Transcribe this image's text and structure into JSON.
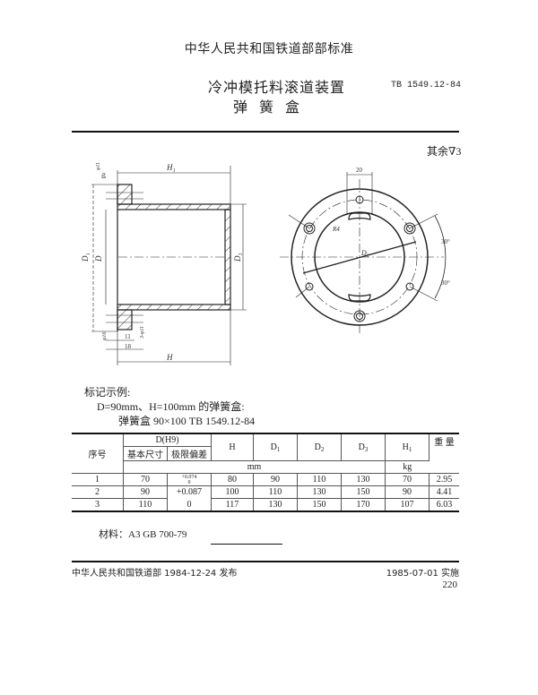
{
  "header": {
    "organization": "中华人民共和国铁道部部标准",
    "title_line1": "冷冲模托料滚道装置",
    "title_line2": "弹簧盒",
    "standard_number": "TB  1549.12-84"
  },
  "drawing": {
    "surface_roughness_note": "其余∇3",
    "side_view_labels": {
      "H1": "H₁",
      "H": "H",
      "D": "D",
      "D1": "D₁",
      "D3": "D₃",
      "dim_11": "11",
      "dim_18": "18",
      "hole_d16": "φ16",
      "holes_3_d11": "3-φ11",
      "roughness_top": "∇4",
      "phi11_top": "φ11"
    },
    "front_view_labels": {
      "width_20": "20",
      "radius": "R4",
      "D2": "D₂",
      "angle_upper": "30°",
      "angle_lower": "30°"
    }
  },
  "marking_example": {
    "heading": "标记示例:",
    "condition": "D=90mm、H=100mm 的弹簧盒:",
    "marking": "弹簧盒    90×100    TB    1549.12-84"
  },
  "table": {
    "headers": {
      "seq": "序号",
      "D_group": "D(H9)",
      "D_basic": "基本尺寸",
      "D_tol": "极限偏差",
      "H": "H",
      "D1": "D",
      "D1_sub": "1",
      "D2": "D",
      "D2_sub": "2",
      "D3": "D",
      "D3_sub": "3",
      "H1": "H",
      "H1_sub": "1",
      "weight": "重  量",
      "unit_mm": "mm",
      "unit_kg": "kg"
    },
    "rows": [
      {
        "seq": "1",
        "D": "70",
        "tol_upper": "+0.074",
        "tol_lower": "0",
        "H": "80",
        "D1": "90",
        "D2": "110",
        "D3": "130",
        "H1": "70",
        "weight": "2.95"
      },
      {
        "seq": "2",
        "D": "90",
        "tol": "+0.087",
        "H": "100",
        "D1": "110",
        "D2": "130",
        "D3": "150",
        "H1": "90",
        "weight": "4.41"
      },
      {
        "seq": "3",
        "D": "110",
        "tol": "0",
        "H": "117",
        "D1": "130",
        "D2": "150",
        "D3": "170",
        "H1": "107",
        "weight": "6.03"
      }
    ]
  },
  "material": "材料：A3    GB 700-79",
  "footer": {
    "issued": "中华人民共和国铁道部 1984-12-24 发布",
    "implemented": "1985-07-01 实施",
    "page_number": "220"
  }
}
